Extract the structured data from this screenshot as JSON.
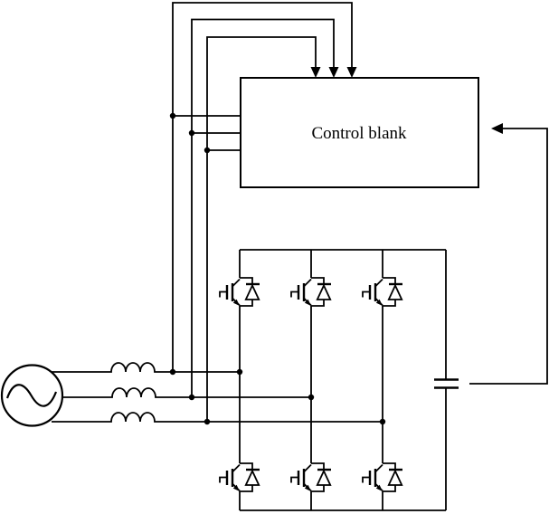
{
  "diagram": {
    "type": "three-phase-pwm-rectifier-schematic",
    "control_box": {
      "label": "Control blank"
    },
    "colors": {
      "line": "#000000",
      "background": "#ffffff"
    },
    "components": {
      "ac_source_icon": "three-phase-ac-source",
      "inductor_icons": [
        "phase-a-inductor",
        "phase-b-inductor",
        "phase-c-inductor"
      ],
      "igbt_icons": [
        "igbt-top-1",
        "igbt-top-2",
        "igbt-top-3",
        "igbt-bottom-1",
        "igbt-bottom-2",
        "igbt-bottom-3"
      ],
      "capacitor_icon": "dc-link-capacitor",
      "arrow_icons": [
        "down-arrow-1",
        "down-arrow-2",
        "down-arrow-3",
        "feedback-left-arrow"
      ],
      "junction_dots": 9
    }
  }
}
